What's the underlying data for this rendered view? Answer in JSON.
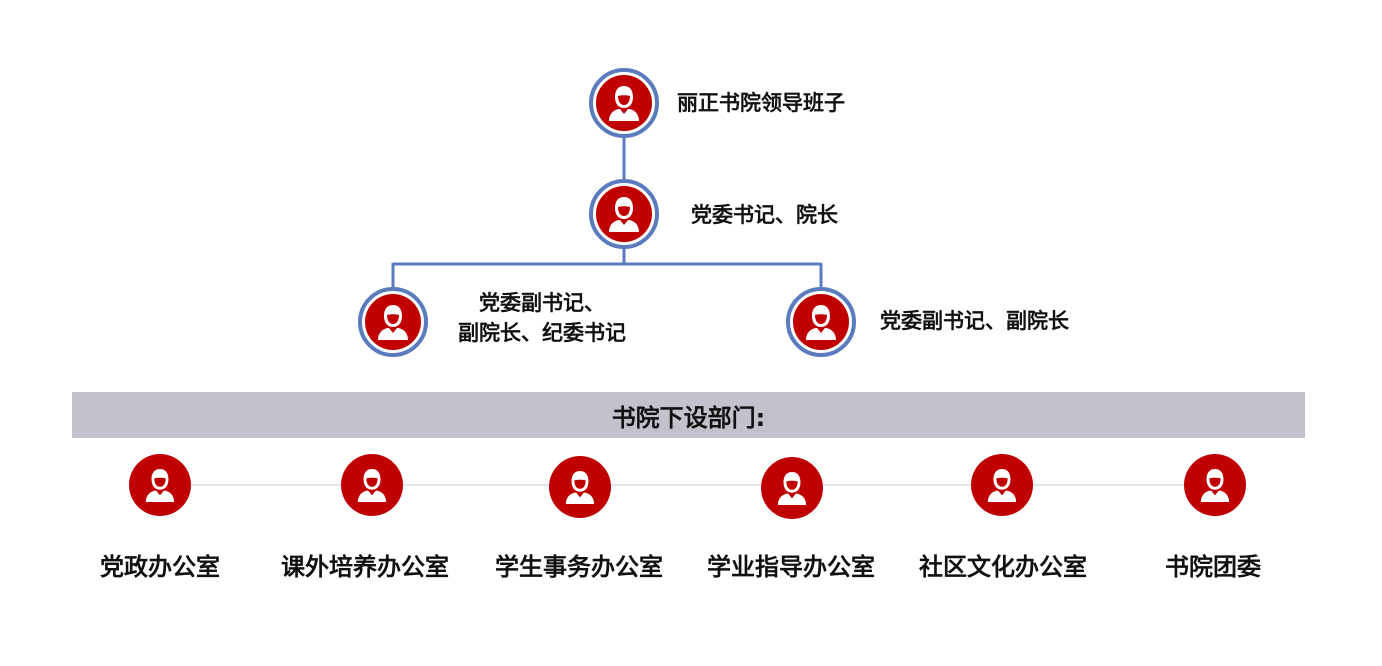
{
  "leadership": {
    "top": "丽正书院领导班子",
    "secretary": "党委书记、院长",
    "deputy_left_line1": "党委副书记、",
    "deputy_left_line2": "副院长、纪委书记",
    "deputy_right": "党委副书记、副院长"
  },
  "departments": {
    "heading": "书院下设部门:",
    "items": [
      "党政办公室",
      "课外培养办公室",
      "学生事务办公室",
      "学业指导办公室",
      "社区文化办公室",
      "书院团委"
    ]
  },
  "colors": {
    "icon_fill": "#c00000",
    "ring": "#5a7cbf",
    "connector": "#5a7cbf",
    "banner": "#c2c2cc",
    "dept_line": "#d9d9d9"
  },
  "icons": {
    "person": "person-icon"
  }
}
